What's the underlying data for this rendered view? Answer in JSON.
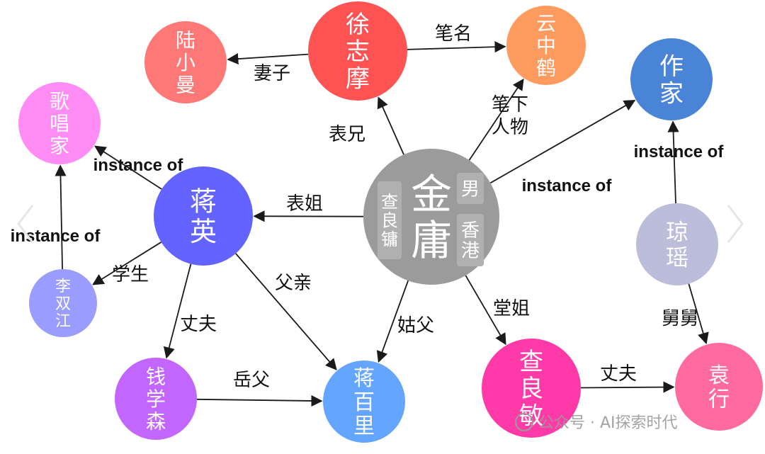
{
  "nodes": [
    {
      "id": "jinyong",
      "label": "金庸",
      "color": "#9b9b9b"
    },
    {
      "id": "xuzhimo",
      "label": "徐志摩",
      "color": "#ff5252"
    },
    {
      "id": "luxiaoman",
      "label": "陆小曼",
      "color": "#ff7878"
    },
    {
      "id": "yunzhonghe",
      "label": "云中鹤",
      "color": "#ff9b5e"
    },
    {
      "id": "zuojia",
      "label": "作家",
      "color": "#4a84d6"
    },
    {
      "id": "gechangjia",
      "label": "歌唱家",
      "color": "#ff8cf5"
    },
    {
      "id": "jiangying",
      "label": "蒋英",
      "color": "#6363ff"
    },
    {
      "id": "lishuangjiang",
      "label": "李双江",
      "color": "#9a9cff"
    },
    {
      "id": "qianxuesen",
      "label": "钱学森",
      "color": "#c266ff"
    },
    {
      "id": "jiangbaili",
      "label": "蒋百里",
      "color": "#63a5ff"
    },
    {
      "id": "zhaliangmin",
      "label": "查良敏",
      "color": "#ff3aa8"
    },
    {
      "id": "yuanxing",
      "label": "袁行",
      "color": "#ff6a9f"
    },
    {
      "id": "qiongyao",
      "label": "琼瑶",
      "color": "#bcbcdb"
    }
  ],
  "jinyong_attrs": [
    "查良镛",
    "男",
    "香港"
  ],
  "edges": [
    {
      "label": "表兄"
    },
    {
      "label": "妻子"
    },
    {
      "label": "笔名"
    },
    {
      "label": "笔下人物"
    },
    {
      "label": "instance of"
    },
    {
      "label": "表姐"
    },
    {
      "label": "instance of"
    },
    {
      "label": "instance of"
    },
    {
      "label": "学生"
    },
    {
      "label": "丈夫"
    },
    {
      "label": "父亲"
    },
    {
      "label": "岳父"
    },
    {
      "label": "姑父"
    },
    {
      "label": "堂姐"
    },
    {
      "label": "丈夫"
    },
    {
      "label": "instance of"
    },
    {
      "label": "舅舅"
    }
  ],
  "watermark": "公众号 · AI探索时代",
  "colors": {
    "edge": "#1a1a1a",
    "attr_box": "#b0b0b0"
  }
}
